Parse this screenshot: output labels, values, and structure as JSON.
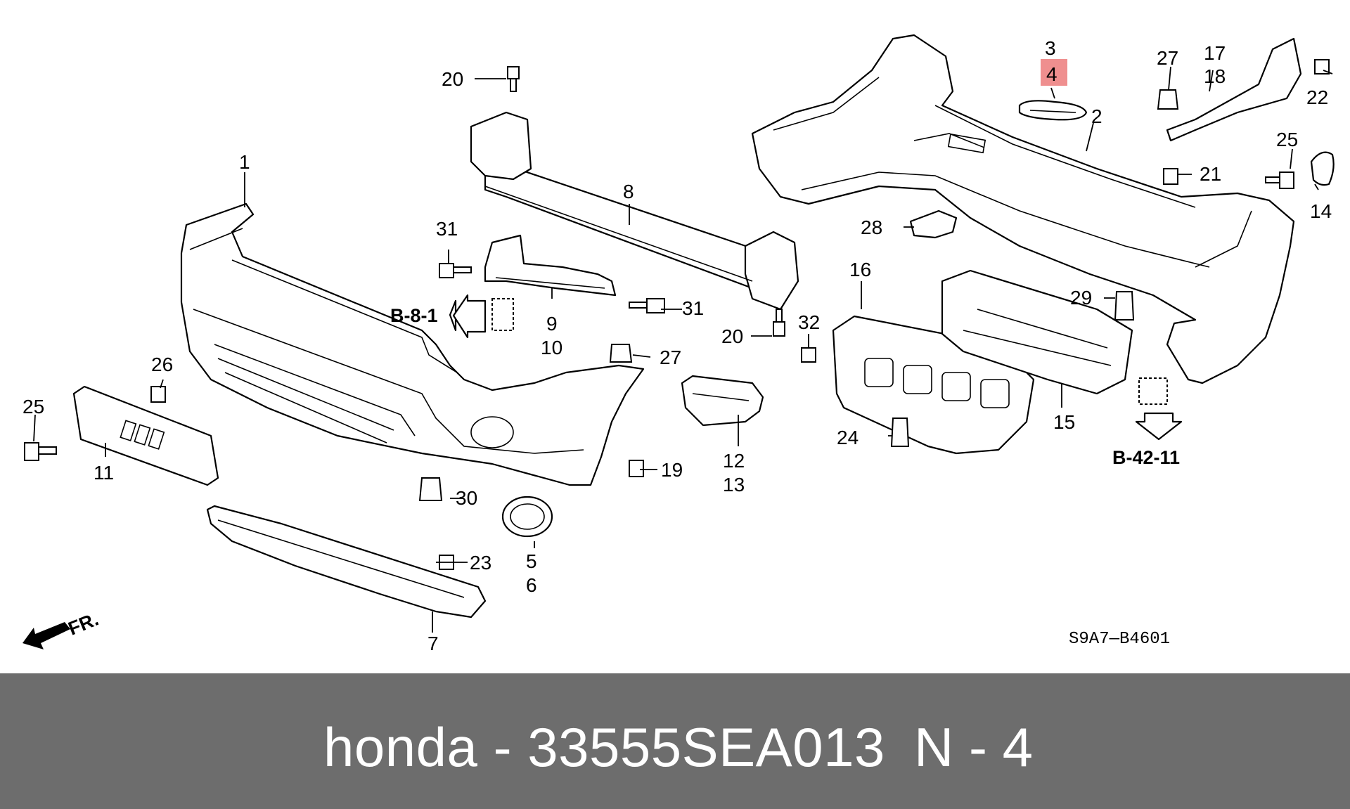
{
  "diagram": {
    "callouts": {
      "c1": "1",
      "c2": "2",
      "c3": "3",
      "c4": "4",
      "c5": "5",
      "c6": "6",
      "c7": "7",
      "c8": "8",
      "c9": "9",
      "c10": "10",
      "c11": "11",
      "c12": "12",
      "c13": "13",
      "c14": "14",
      "c15": "15",
      "c16": "16",
      "c17": "17",
      "c18": "18",
      "c19": "19",
      "c20a": "20",
      "c20b": "20",
      "c21": "21",
      "c22": "22",
      "c23": "23",
      "c24": "24",
      "c25a": "25",
      "c25b": "25",
      "c26": "26",
      "c27a": "27",
      "c27b": "27",
      "c28": "28",
      "c29": "29",
      "c30": "30",
      "c31a": "31",
      "c31b": "31",
      "c32": "32"
    },
    "references": {
      "left": "B-8-1",
      "right": "B-42-11"
    },
    "direction_label": "FR.",
    "diagram_code": "S9A7—B4601",
    "highlight_color": "#ef8f8f"
  },
  "footer": {
    "text": "honda - 33555SEA013",
    "part_ref": "N - 4",
    "background": "#6d6d6d"
  }
}
